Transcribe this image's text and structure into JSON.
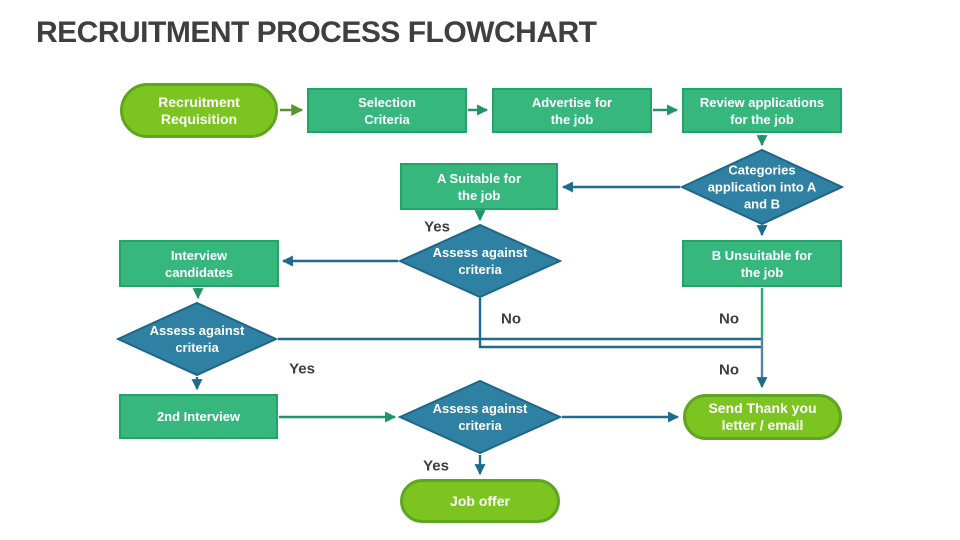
{
  "title": "RECRUITMENT PROCESS FLOWCHART",
  "nodes": {
    "recruitment_requisition": {
      "label": "Recruitment\nRequisition",
      "type": "start-terminal"
    },
    "selection_criteria": {
      "label": "Selection\nCriteria",
      "type": "process"
    },
    "advertise_job": {
      "label": "Advertise for\nthe job",
      "type": "process"
    },
    "review_applications": {
      "label": "Review applications\nfor the job",
      "type": "process"
    },
    "categorise_applications": {
      "label": "Categories\napplication into A\nand B",
      "type": "decision"
    },
    "a_suitable": {
      "label": "A Suitable for\nthe job",
      "type": "process"
    },
    "b_unsuitable": {
      "label": "B Unsuitable for\nthe job",
      "type": "process"
    },
    "assess_mid": {
      "label": "Assess against\ncriteria",
      "type": "decision"
    },
    "interview_candidates": {
      "label": "Interview\ncandidates",
      "type": "process"
    },
    "assess_left": {
      "label": "Assess against\ncriteria",
      "type": "decision"
    },
    "second_interview": {
      "label": "2nd Interview",
      "type": "process"
    },
    "assess_bottom": {
      "label": "Assess against\ncriteria",
      "type": "decision"
    },
    "send_thank_you": {
      "label": "Send Thank you\nletter / email",
      "type": "terminal"
    },
    "job_offer": {
      "label": "Job offer",
      "type": "terminal"
    }
  },
  "edge_labels": {
    "a_suitable_yes": "Yes",
    "assess_mid_no": "No",
    "b_unsuitable_no": "No",
    "assess_left_yes": "Yes",
    "merge_no": "No",
    "assess_bottom_yes": "Yes"
  },
  "colors": {
    "title_color": "#3f3f3f",
    "label_color": "#3d3d3d",
    "process_fill": "#35b77e",
    "process_border": "#24a269",
    "decision_fill": "#2f81a3",
    "decision_border": "#1e6689",
    "terminal_fill": "#7cc420",
    "terminal_border": "#5ea520",
    "connector_teal": "#206b8c",
    "connector_emerald": "#1f9467",
    "connector_olive": "#55972c",
    "connector_green": "#2aab6e",
    "connector_steel": "#5585a3"
  }
}
